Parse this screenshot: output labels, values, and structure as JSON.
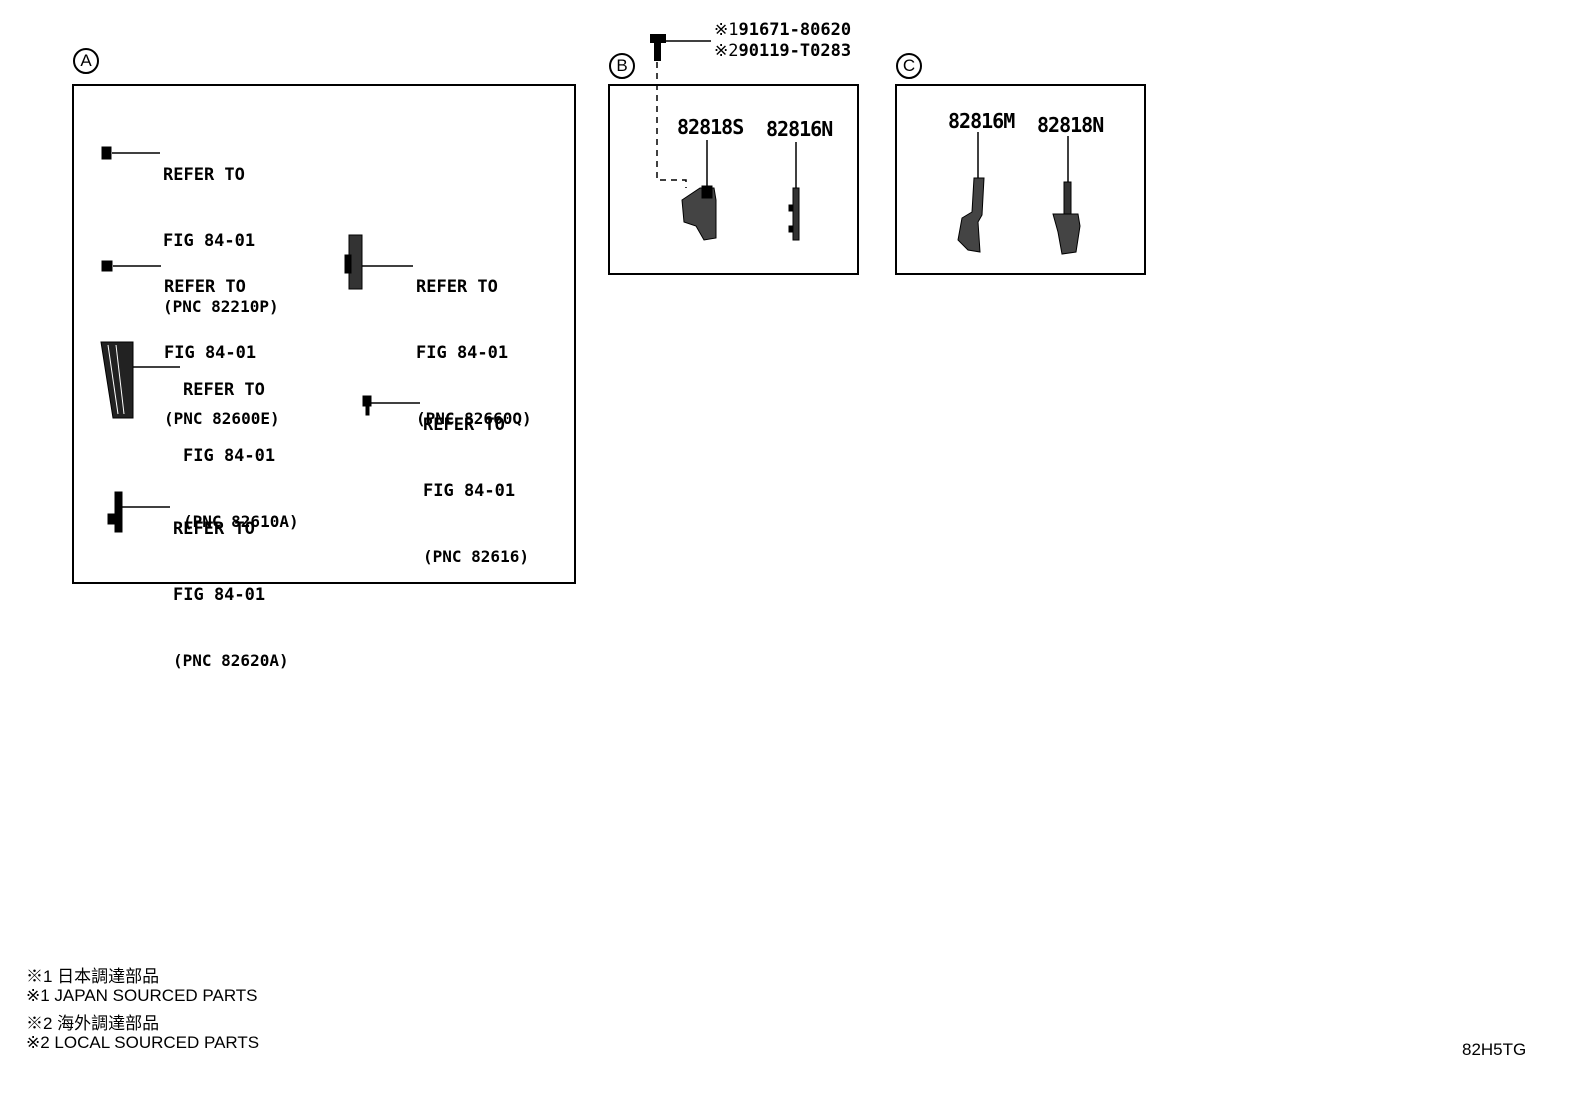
{
  "section_labels": {
    "a": "A",
    "b": "B",
    "c": "C"
  },
  "panel_a": {
    "refs": [
      {
        "line1": "REFER TO",
        "line2": "FIG 84-01",
        "line3": "(PNC 82210P)"
      },
      {
        "line1": "REFER TO",
        "line2": "FIG 84-01",
        "line3": "(PNC 82600E)"
      },
      {
        "line1": "REFER TO",
        "line2": "FIG 84-01",
        "line3": "(PNC 82660Q)"
      },
      {
        "line1": "REFER TO",
        "line2": "FIG 84-01",
        "line3": "(PNC 82610A)"
      },
      {
        "line1": "REFER TO",
        "line2": "FIG 84-01",
        "line3": "(PNC 82616)"
      },
      {
        "line1": "REFER TO",
        "line2": "FIG 84-01",
        "line3": "(PNC 82620A)"
      }
    ]
  },
  "bolt": {
    "line1_mark": "※1",
    "line1_part": "91671-80620",
    "line2_mark": "※2",
    "line2_part": "90119-T0283"
  },
  "panel_b": {
    "parts": [
      "82818S",
      "82816N"
    ]
  },
  "panel_c": {
    "parts": [
      "82816M",
      "82818N"
    ]
  },
  "notes": [
    "※1 日本調達部品",
    "※1 JAPAN SOURCED PARTS",
    "※2 海外調達部品",
    "※2 LOCAL SOURCED PARTS"
  ],
  "figure_code": "82H5TG"
}
